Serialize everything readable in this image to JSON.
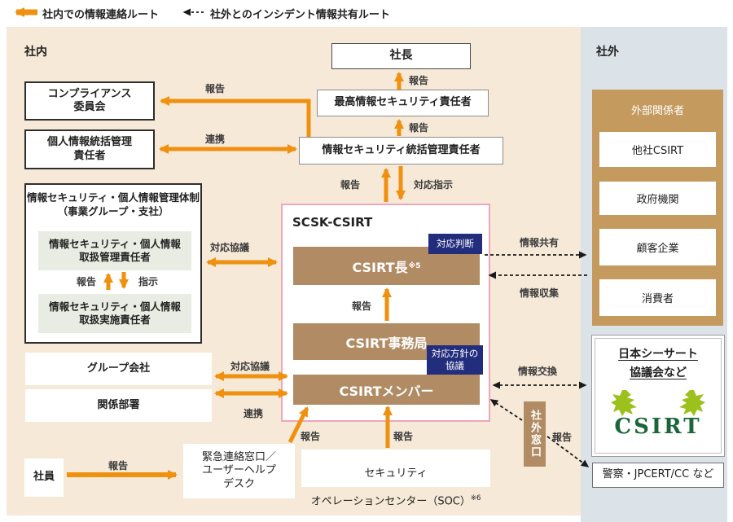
{
  "legend": {
    "internal": "社内での情報連絡ルート",
    "external": "社外とのインシデント情報共有ルート"
  },
  "areas": {
    "internal": "社内",
    "external": "社外"
  },
  "labels": {
    "report": "報告",
    "cooperation": "連携",
    "response_instruction": "対応指示",
    "response_consultation": "対応協議",
    "instruction": "指示",
    "info_sharing": "情報共有",
    "info_collection": "情報収集",
    "info_exchange": "情報交換"
  },
  "nodes": {
    "president": "社長",
    "ciso": "最高情報セキュリティ責任者",
    "iso_manager": "情報セキュリティ統括管理責任者",
    "compliance": "コンプライアンス\n委員会",
    "personal_info_manager": "個人情報統括管理\n責任者",
    "mgmt_title": "情報セキュリティ・個人情報管理体制\n（事業グループ・支社）",
    "mgmt_upper": "情報セキュリティ・個人情報\n取扱管理責任者",
    "mgmt_lower": "情報セキュリティ・個人情報\n取扱実施責任者",
    "scsk_title": "SCSK-CSIRT",
    "csirt_head": "CSIRT長",
    "csirt_head_note": "※5",
    "badge_judgment": "対応判断",
    "csirt_office": "CSIRT事務局",
    "badge_policy": "対応方針の\n協議",
    "csirt_members": "CSIRTメンバー",
    "group_companies": "グループ会社",
    "related_departments": "関係部署",
    "employee": "社員",
    "helpdesk": "緊急連絡窓口／\nユーザーヘルプ\nデスク",
    "soc_line1": "セキュリティ",
    "soc_line2": "オペレーションセンター（SOC）",
    "soc_note": "※6",
    "external_window": "社外窓口",
    "external_parties_title": "外部関係者",
    "nca_line1": "日本シーサート",
    "nca_line2": "協議会など",
    "nca_logo_text": "CSIRT",
    "police": "警察・JPCERT/CC など"
  },
  "external": {
    "parties": [
      "他社CSIRT",
      "政府機関",
      "顧客企業",
      "消費者"
    ]
  },
  "colors": {
    "orange": "#f0900f",
    "brown": "#b08b63",
    "gold": "#c59a5e",
    "navy": "#232d7d",
    "pink_border": "#eda6ba",
    "internal_bg": "#f6e9d7",
    "external_bg": "#dbe3e8",
    "inner_box_bg": "#e9ece3",
    "logo_green": "#9cc11d",
    "logo_text_green": "#1b6638"
  }
}
